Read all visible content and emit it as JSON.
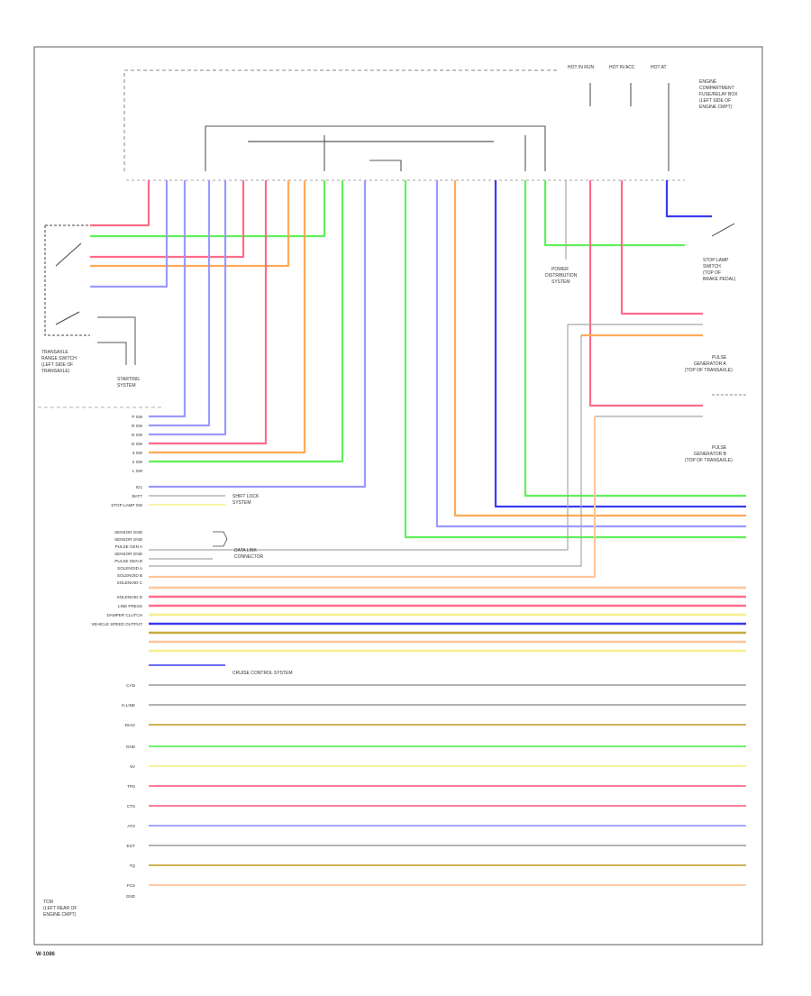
{
  "diagram": {
    "title_tag": "W-1086",
    "bottom_box_label": [
      "TCM",
      "(LEFT REAR OF",
      "ENGINE CMPT)"
    ],
    "top_right_fuse_headers": [
      "HOT IN RUN",
      "HOT IN ACC",
      "HOT AT"
    ],
    "top_right_label": [
      "ENGINE",
      "COMPARTMENT",
      "FUSE/RELAY BOX",
      "(LEFT SIDE OF",
      "ENGINE CMPT)"
    ],
    "left_switch_label": [
      "TRANSAXLE",
      "RANGE SWITCH",
      "(LEFT SIDE OF",
      "TRANSAXLE)"
    ],
    "starting_system_label": [
      "STARTING",
      "SYSTEM"
    ],
    "stop_lamp_label": [
      "STOP LAMP",
      "SWITCH",
      "(TOP OF",
      "BRAKE PEDAL)"
    ],
    "power_dist_label": [
      "POWER",
      "DISTRIBUTION",
      "SYSTEM"
    ],
    "pulse_gen_a_label": [
      "PULSE",
      "GENERATOR A",
      "(TOP OF TRANSAXLE)"
    ],
    "pulse_gen_b_label": [
      "PULSE",
      "GENERATOR B",
      "(TOP OF TRANSAXLE)"
    ],
    "shift_lock_label": [
      "SHIFT LOCK",
      "SYSTEM"
    ],
    "data_link_label": [
      "DATA LINK",
      "CONNECTOR"
    ],
    "cruise_label": [
      "CRUISE CONTROL SYSTEM"
    ],
    "tcm_pin_labels": [
      "P SW",
      "R SW",
      "N SW",
      "D SW",
      "3 SW",
      "2 SW",
      "L SW",
      "IG1",
      "BATT",
      "STOP LAMP SW",
      "SENSOR GND",
      "SENSOR GND",
      "PULSE GEN A",
      "SENSOR GND",
      "PULSE GEN B",
      "SOLENOID A",
      "SOLENOID B",
      "SOLENOID C",
      "SOLENOID D",
      "LINE PRESS",
      "DAMPER CLUTCH",
      "VEHICLE SPEED OUTPUT"
    ],
    "lower_wire_labels": [
      "CAN",
      "K-LINE",
      "DIAG",
      "GND",
      "5V",
      "TPS",
      "CTS",
      "ATS",
      "EGT",
      "TQ",
      "FCS",
      "GND"
    ],
    "wire_colors": {
      "red": "#ff6b8a",
      "green": "#5ff05a",
      "blue": "#3a3aee",
      "lavender": "#9a9aff",
      "orange": "#ffaa55",
      "yellow": "#f6f08a",
      "olive": "#c8a83c",
      "peach": "#ffc59a",
      "gray": "#a8a8a8",
      "black": "#444444"
    }
  }
}
